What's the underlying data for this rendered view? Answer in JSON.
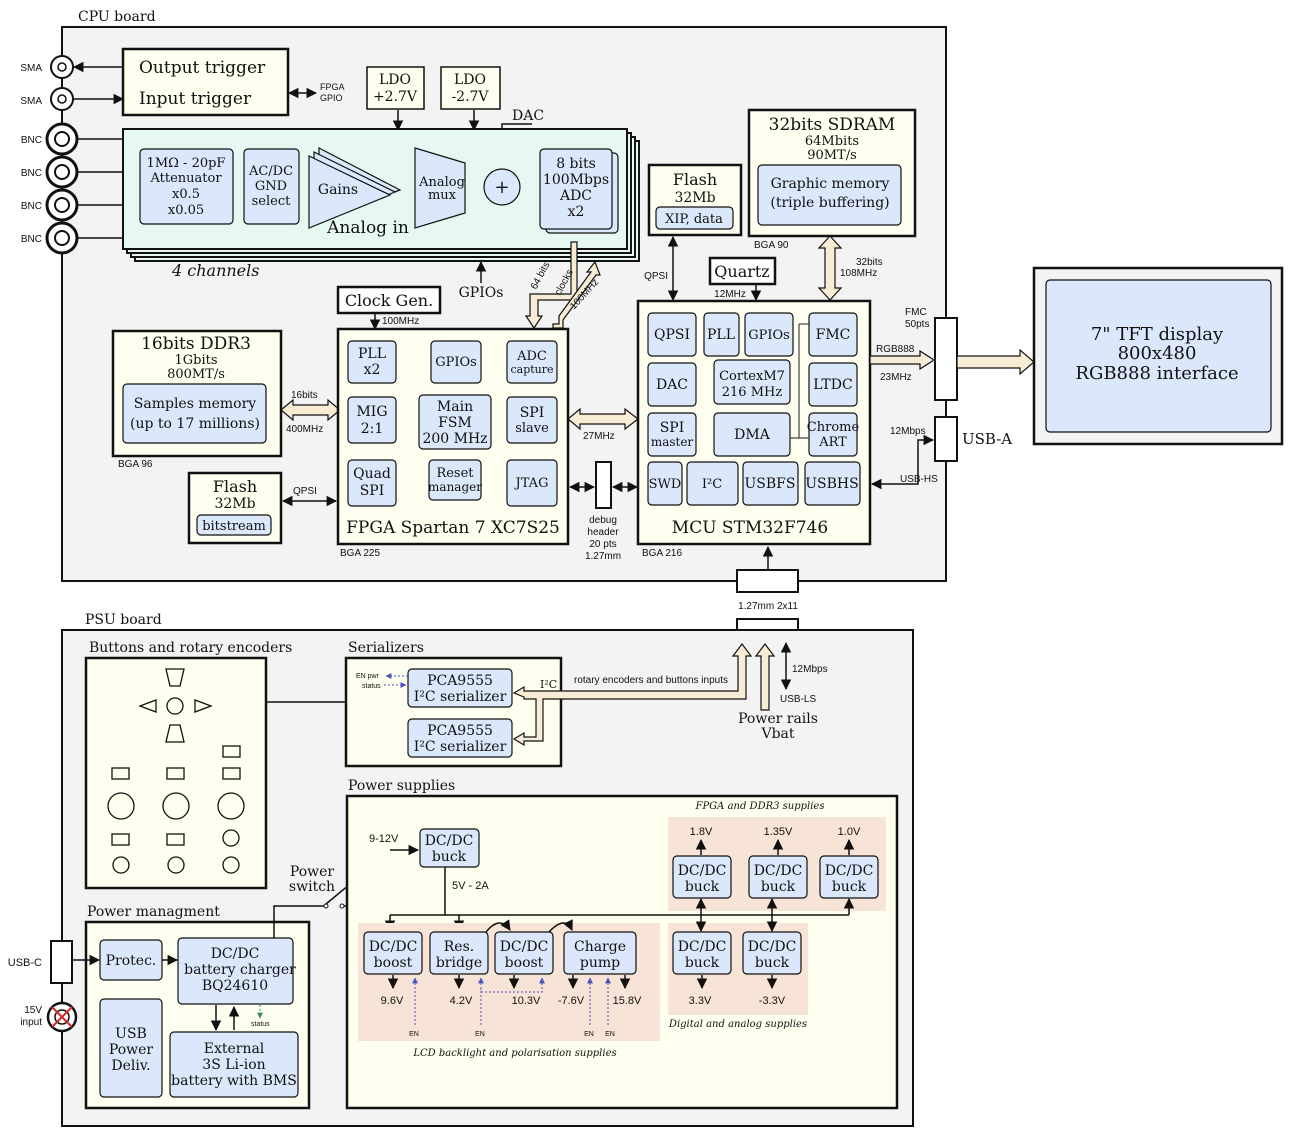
{
  "cpu": {
    "title": "CPU board",
    "connectors": [
      "SMA",
      "SMA",
      "BNC",
      "BNC",
      "BNC",
      "BNC"
    ],
    "trigger": {
      "output": "Output trigger",
      "input": "Input trigger",
      "gpio1": "FPGA",
      "gpio2": "GPIO"
    },
    "ldo_pos": {
      "l1": "LDO",
      "l2": "+2.7V"
    },
    "ldo_neg": {
      "l1": "LDO",
      "l2": "-2.7V"
    },
    "dac": "DAC",
    "analog": {
      "attenuator": [
        "1MΩ - 20pF",
        "Attenuator",
        "x0.5",
        "x0.05"
      ],
      "acdc": [
        "AC/DC",
        "GND",
        "select"
      ],
      "gains": "Gains",
      "mux": [
        "Analog",
        "mux"
      ],
      "plus": "+",
      "adc": [
        "8 bits",
        "100Mbps",
        "ADC",
        "x2"
      ],
      "label": "Analog in",
      "channels": "4 channels"
    },
    "gpios_label": "GPIOs",
    "bus_labels": {
      "b64": "64 bits",
      "clocks": "clocks",
      "mhz100": "100MHz"
    },
    "flash_mcu": {
      "title": "Flash",
      "size": "32Mb",
      "inner": "XIP, data"
    },
    "sdram": {
      "title": "32bits SDRAM",
      "l1": "64Mbits",
      "l2": "90MT/s",
      "inner1": "Graphic memory",
      "inner2": "(triple buffering)",
      "pkg": "BGA 90"
    },
    "sdram_bus": {
      "l1": "32bits",
      "l2": "108MHz"
    },
    "qpsi_v": "QPSI",
    "quartz": {
      "title": "Quartz",
      "freq": "12MHz"
    },
    "clockgen": {
      "title": "Clock Gen.",
      "freq": "100MHz"
    },
    "ddr3": {
      "title": "16bits DDR3",
      "l1": "1Gbits",
      "l2": "800MT/s",
      "inner1": "Samples memory",
      "inner2": "(up to 17 millions)",
      "pkg": "BGA 96"
    },
    "ddr_bus": {
      "l1": "16bits",
      "l2": "400MHz"
    },
    "flash_fpga": {
      "title": "Flash",
      "size": "32Mb",
      "inner": "bitstream",
      "bus": "QPSI"
    },
    "fpga": {
      "blocks": {
        "pll": [
          "PLL",
          "x2"
        ],
        "gpios": [
          "GPIOs"
        ],
        "adc": [
          "ADC",
          "capture"
        ],
        "mig": [
          "MIG",
          "2:1"
        ],
        "fsm": [
          "Main",
          "FSM",
          "200 MHz"
        ],
        "spi": [
          "SPI",
          "slave"
        ],
        "quad": [
          "Quad",
          "SPI"
        ],
        "reset": [
          "Reset",
          "manager"
        ],
        "jtag": [
          "JTAG"
        ]
      },
      "title": "FPGA Spartan 7 XC7S25",
      "pkg": "BGA 225"
    },
    "link": "27MHz",
    "debug": [
      "debug",
      "header",
      "20 pts",
      "1.27mm"
    ],
    "mcu": {
      "blocks": {
        "qpsi": [
          "QPSI"
        ],
        "pll": [
          "PLL"
        ],
        "gpios": [
          "GPIOs"
        ],
        "fmc": [
          "FMC"
        ],
        "dac": [
          "DAC"
        ],
        "cortex": [
          "CortexM7",
          "216 MHz"
        ],
        "ltdc": [
          "LTDC"
        ],
        "spi": [
          "SPI",
          "master"
        ],
        "dma": [
          "DMA"
        ],
        "chrome": [
          "Chrome",
          "ART"
        ],
        "swd": [
          "SWD"
        ],
        "i2c": [
          "I²C"
        ],
        "usbfs": [
          "USBFS"
        ],
        "usbhs": [
          "USBHS"
        ]
      },
      "title": "MCU STM32F746",
      "pkg": "BGA 216"
    },
    "fmc": {
      "l1": "FMC",
      "l2": "50pts"
    },
    "rgb": {
      "l1": "RGB888",
      "l2": "23MHz"
    },
    "usb_a": {
      "label": "USB-A",
      "speed": "12Mbps",
      "bus": "USB-HS"
    },
    "header": "1.27mm 2x11"
  },
  "display": {
    "l1": "7\" TFT display",
    "l2": "800x480",
    "l3": "RGB888 interface"
  },
  "psu": {
    "title": "PSU board",
    "buttons_title": "Buttons and rotary encoders",
    "serializers": {
      "title": "Serializers",
      "chip1": [
        "PCA9555",
        "I²C serializer"
      ],
      "chip2": [
        "PCA9555",
        "I²C serializer"
      ],
      "en1": "EN pwr",
      "en2": "status",
      "i2c": "I²C"
    },
    "inputs_label": "rotary encoders and buttons inputs",
    "usb_ls": {
      "speed": "12Mbps",
      "bus": "USB-LS"
    },
    "rails": {
      "l1": "Power rails",
      "l2": "Vbat"
    },
    "power_switch": {
      "l1": "Power",
      "l2": "switch"
    },
    "mgmt": {
      "title": "Power managment",
      "protec": "Protec.",
      "charger": [
        "DC/DC",
        "battery charger",
        "BQ24610"
      ],
      "usbpd": [
        "USB",
        "Power",
        "Deliv."
      ],
      "battery": [
        "External",
        "3S Li-ion",
        "battery with BMS"
      ],
      "status": "status"
    },
    "usb_c": "USB-C",
    "input15": {
      "l1": "15V",
      "l2": "input"
    },
    "supplies": {
      "title": "Power supplies",
      "vin": "9-12V",
      "buck_main": [
        "DC/DC",
        "buck"
      ],
      "vout": "5V - 2A",
      "fpga_title": "FPGA and DDR3 supplies",
      "fpga_rails": [
        {
          "v": "1.8V",
          "b": [
            "DC/DC",
            "buck"
          ]
        },
        {
          "v": "1.35V",
          "b": [
            "DC/DC",
            "buck"
          ]
        },
        {
          "v": "1.0V",
          "b": [
            "DC/DC",
            "buck"
          ]
        }
      ],
      "digital_title": "Digital and analog supplies",
      "digital_rails": [
        {
          "v": "3.3V",
          "b": [
            "DC/DC",
            "buck"
          ]
        },
        {
          "v": "-3.3V",
          "b": [
            "DC/DC",
            "buck"
          ]
        }
      ],
      "lcd_title": "LCD backlight and polarisation supplies",
      "lcd_blocks": [
        {
          "b": [
            "DC/DC",
            "boost"
          ],
          "v": "9.6V"
        },
        {
          "b": [
            "Res.",
            "bridge"
          ],
          "v": "4.2V"
        },
        {
          "b": [
            "DC/DC",
            "boost"
          ],
          "v": "10.3V"
        },
        {
          "b": [
            "Charge",
            "pump"
          ],
          "v": "-7.6V",
          "v2": "15.8V"
        }
      ],
      "en": "EN"
    }
  },
  "colors": {
    "board": "#f3f3f4",
    "cream": "#fffff0",
    "block": "#dbe7fa",
    "analog": "#e6f8f1",
    "peach": "#f8e4d6",
    "arrow": "#f8ecd5",
    "inner": "#fdfdf6"
  }
}
